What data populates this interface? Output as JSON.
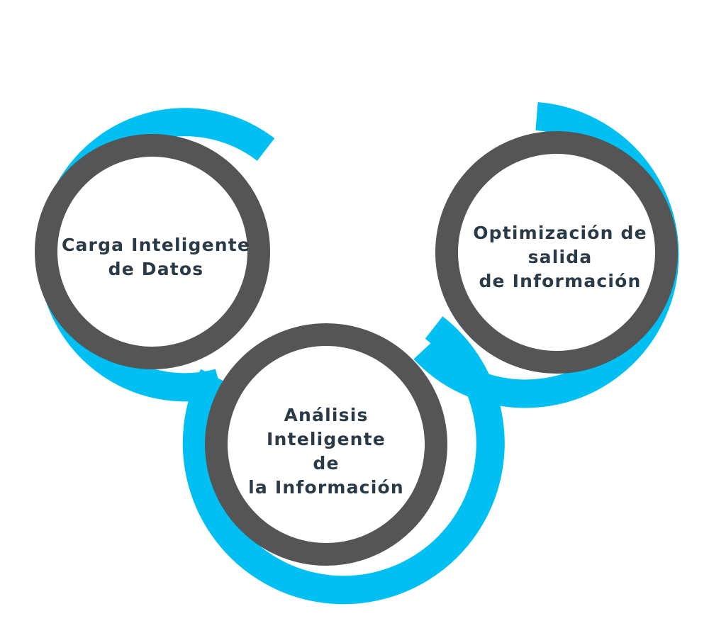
{
  "colors": {
    "accent_ring": "#00bff3",
    "inner_ring": "#555555",
    "disc": "#ffffff",
    "text": "#2b3a47"
  },
  "nodes": [
    {
      "id": "carga",
      "lines": [
        "Carga Inteligente",
        "de Datos"
      ]
    },
    {
      "id": "analisis",
      "lines": [
        "Análisis",
        "Inteligente",
        "de",
        "la Información"
      ]
    },
    {
      "id": "optimizacion",
      "lines": [
        "Optimización de",
        "salida",
        "de Información"
      ]
    }
  ]
}
